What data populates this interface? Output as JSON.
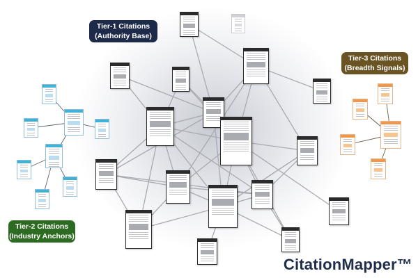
{
  "labels": {
    "tier1": {
      "line1": "Tier-1 Citations",
      "line2": "(Authority Base)",
      "color": "#1e2a4a"
    },
    "tier2": {
      "line1": "Tier-2 Citations",
      "line2": "(Industry Anchors)",
      "color": "#2e6b22"
    },
    "tier3": {
      "line1": "Tier-3 Citations",
      "line2": "(Breadth Signals)",
      "color": "#6b5423"
    }
  },
  "brand": "CitationMapper™",
  "colors": {
    "edge_tier1": "#a8aab0",
    "edge_tier2": "#5b6470",
    "edge_tier3": "#6b5a4a"
  }
}
